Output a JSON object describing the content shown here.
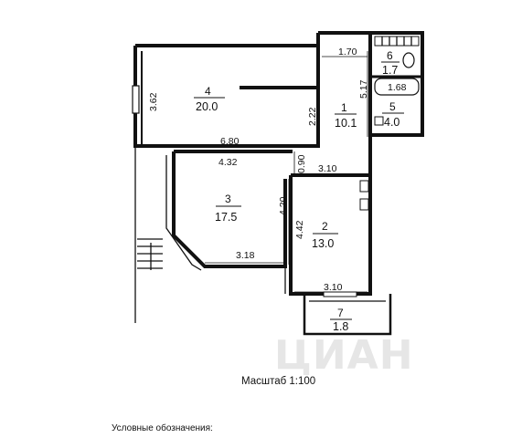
{
  "rooms": [
    {
      "num": "1",
      "area": "10.1"
    },
    {
      "num": "2",
      "area": "13.0"
    },
    {
      "num": "3",
      "area": "17.5"
    },
    {
      "num": "4",
      "area": "20.0"
    },
    {
      "num": "5",
      "area": "4.0"
    },
    {
      "num": "6",
      "area": "1.7"
    },
    {
      "num": "7",
      "area": "1.8"
    }
  ],
  "dimensions": {
    "d170": "1.70",
    "d517": "5.17",
    "d168": "1.68",
    "d362": "3.62",
    "d222": "2.22",
    "d680": "6.80",
    "d432": "4.32",
    "d090": "0.90",
    "d310a": "3.10",
    "d420": "4.20",
    "d442": "4.42",
    "d318": "3.18",
    "d310b": "3.10"
  },
  "scale": "Масштаб 1:100",
  "legend_title": "Условные обозначения:",
  "watermark": "ЦИАН"
}
